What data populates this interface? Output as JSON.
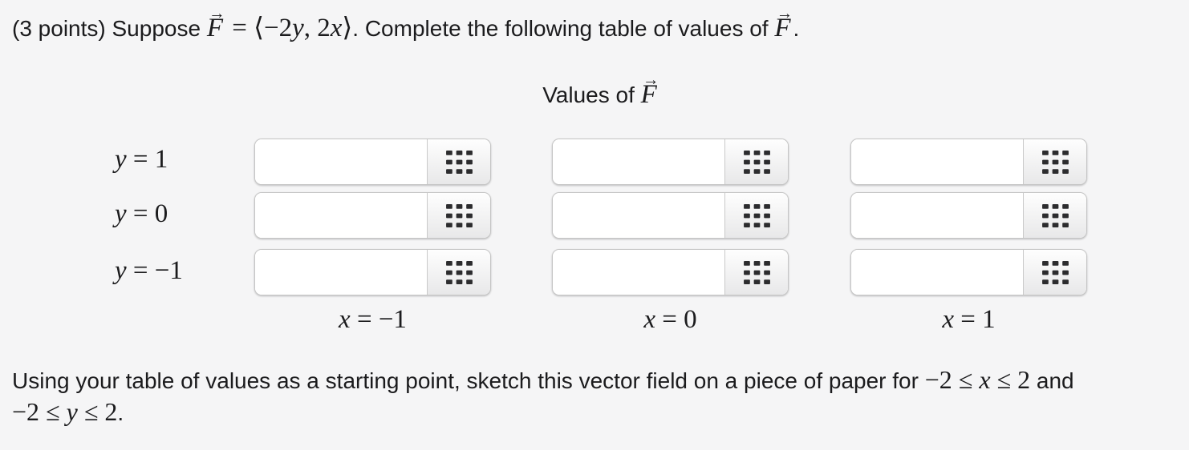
{
  "colors": {
    "background": "#f5f5f6",
    "text": "#1b1b1d",
    "input_border": "#c5c5c5",
    "keypad_icon": "#2c2c2e",
    "button_gradient_top": "#fefefe",
    "button_gradient_bottom": "#e8e8e9"
  },
  "problem": {
    "prefix": "(3 points) Suppose ",
    "f_letter": "F",
    "vec_arrow": "→",
    "expr_mid": " = ⟨−2",
    "var_y": "y",
    "expr_comma": ", 2",
    "var_x": "x",
    "expr_close": "⟩",
    "between": ". Complete the following table of values of ",
    "final_period": "."
  },
  "table": {
    "title_prefix": "Values of ",
    "f_letter": "F",
    "vec_arrow": "→",
    "row_labels": [
      {
        "var": "y",
        "rest": " = 1"
      },
      {
        "var": "y",
        "rest": " = 0"
      },
      {
        "var": "y",
        "rest": " = −1"
      }
    ],
    "col_labels": [
      {
        "var": "x",
        "rest": " = −1"
      },
      {
        "var": "x",
        "rest": " = 0"
      },
      {
        "var": "x",
        "rest": " = 1"
      }
    ],
    "input_value": "",
    "keypad_icon_name": "3x3-grid-keypad"
  },
  "sketch": {
    "text": "Using your table of values as a starting point, sketch this vector field on a piece of paper for ",
    "range_x_pre": "−2 ≤ ",
    "range_x_var": "x",
    "range_x_post": " ≤ 2",
    "and_word": " and",
    "range_y_pre": "−2 ≤ ",
    "range_y_var": "y",
    "range_y_post": " ≤ 2",
    "period": "."
  }
}
